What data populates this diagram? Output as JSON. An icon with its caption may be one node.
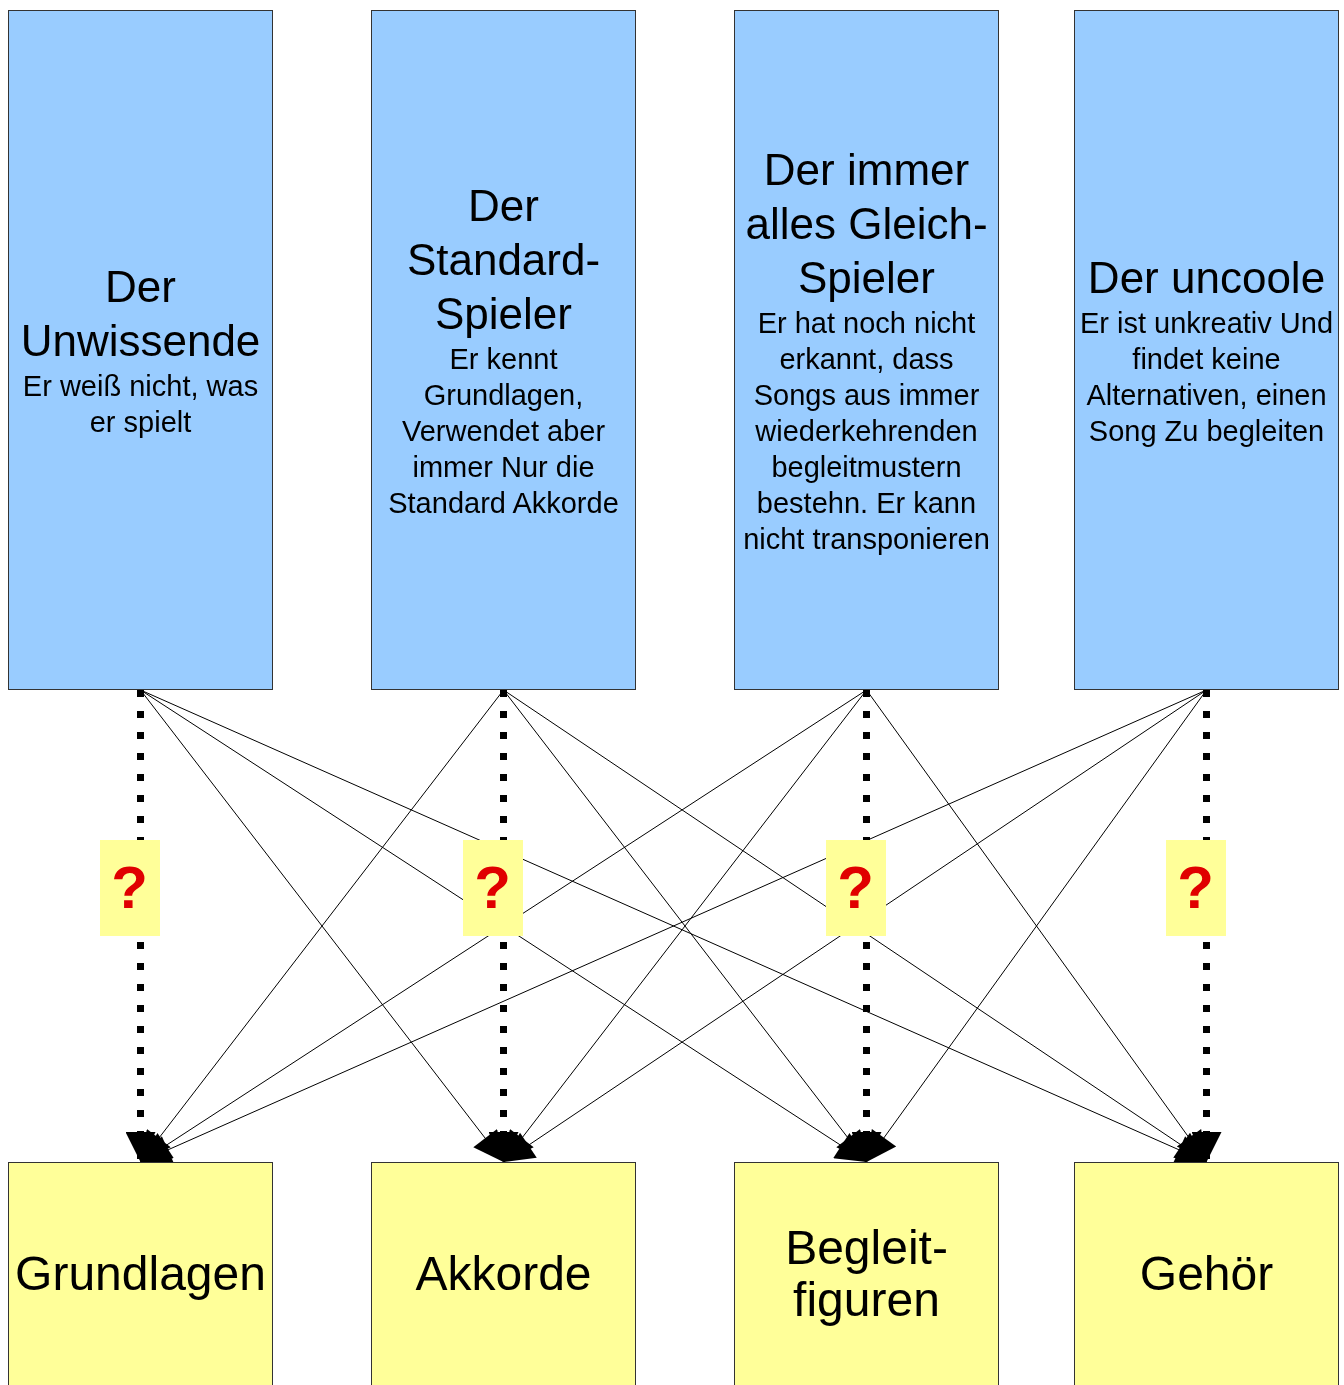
{
  "diagram": {
    "nodes": [
      {
        "text": [
          "Der Unwissende",
          "Er weiß nicht, was er spielt"
        ]
      },
      {
        "text": [
          "Der Standard-Spieler",
          "Er kennt Grundlagen, Verwendet aber immer Nur die Standard Akkorde"
        ]
      },
      {
        "text": [
          "Der immer alles Gleich-Spieler",
          "Er hat noch nicht erkannt, dass Songs aus immer wiederkehrenden begleitmustern bestehn. Er kann nicht transponieren"
        ]
      },
      {
        "text": [
          "Der uncoole",
          "Er ist unkreativ Und findet keine Alternativen, einen Song Zu begleiten"
        ]
      },
      {
        "text": [
          "Grundlagen"
        ]
      },
      {
        "text": [
          "Akkorde"
        ]
      },
      {
        "text": [
          "Begleit-figuren"
        ]
      },
      {
        "text": [
          "Gehör"
        ]
      }
    ],
    "edges": [
      {
        "from": 0,
        "to": 4,
        "arrow": "to",
        "style": "dashed",
        "label": "?"
      },
      {
        "from": 1,
        "to": 5,
        "arrow": "to",
        "style": "dashed",
        "label": "?"
      },
      {
        "from": 2,
        "to": 6,
        "arrow": "to",
        "style": "dashed",
        "label": "?"
      },
      {
        "from": 3,
        "to": 7,
        "arrow": "to",
        "style": "dashed",
        "label": "?"
      },
      {
        "from": 0,
        "to": 5,
        "arrow": "to"
      },
      {
        "from": 0,
        "to": 6,
        "arrow": "to"
      },
      {
        "from": 0,
        "to": 7,
        "arrow": "to"
      },
      {
        "from": 1,
        "to": 4,
        "arrow": "to"
      },
      {
        "from": 1,
        "to": 6,
        "arrow": "to"
      },
      {
        "from": 1,
        "to": 7,
        "arrow": "to"
      },
      {
        "from": 2,
        "to": 4,
        "arrow": "to"
      },
      {
        "from": 2,
        "to": 5,
        "arrow": "to"
      },
      {
        "from": 2,
        "to": 7,
        "arrow": "to"
      },
      {
        "from": 3,
        "to": 4,
        "arrow": "to"
      },
      {
        "from": 3,
        "to": 5,
        "arrow": "to"
      },
      {
        "from": 3,
        "to": 6,
        "arrow": "to"
      }
    ]
  }
}
